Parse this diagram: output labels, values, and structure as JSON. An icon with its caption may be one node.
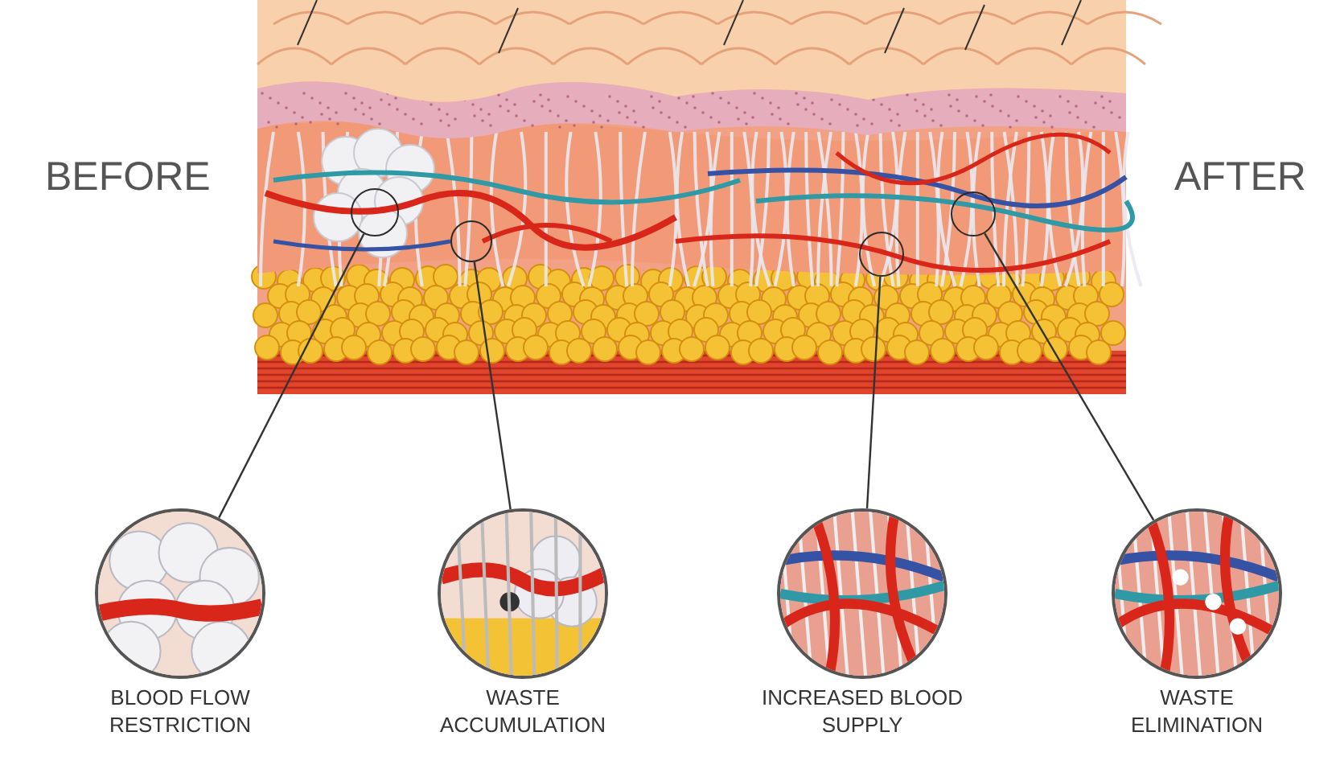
{
  "diagram": {
    "nodes": [
      {
        "text": [],
        "shape": "circle"
      },
      {
        "text": [],
        "shape": "circle"
      },
      {
        "text": [],
        "shape": "circle"
      },
      {
        "text": [],
        "shape": "circle"
      },
      {
        "text": [],
        "shape": "picture",
        "beside": [
          "BLOOD FLOW RESTRICTION"
        ]
      },
      {
        "text": [],
        "shape": "picture",
        "beside": [
          "WASTE ACCUMULATION"
        ]
      },
      {
        "text": [],
        "shape": "picture",
        "beside": [
          "INCREASED BLOOD SUPPLY"
        ]
      },
      {
        "text": [],
        "shape": "picture",
        "beside": [
          "WASTE ELIMINATION"
        ]
      }
    ],
    "edges": [
      {
        "from": 0,
        "to": 4,
        "arrow": "none"
      },
      {
        "from": 1,
        "to": 5,
        "arrow": "none"
      },
      {
        "from": 2,
        "to": 6,
        "arrow": "none"
      },
      {
        "from": 3,
        "to": 7,
        "arrow": "none"
      }
    ],
    "labels": [
      "BEFORE",
      "AFTER"
    ]
  }
}
